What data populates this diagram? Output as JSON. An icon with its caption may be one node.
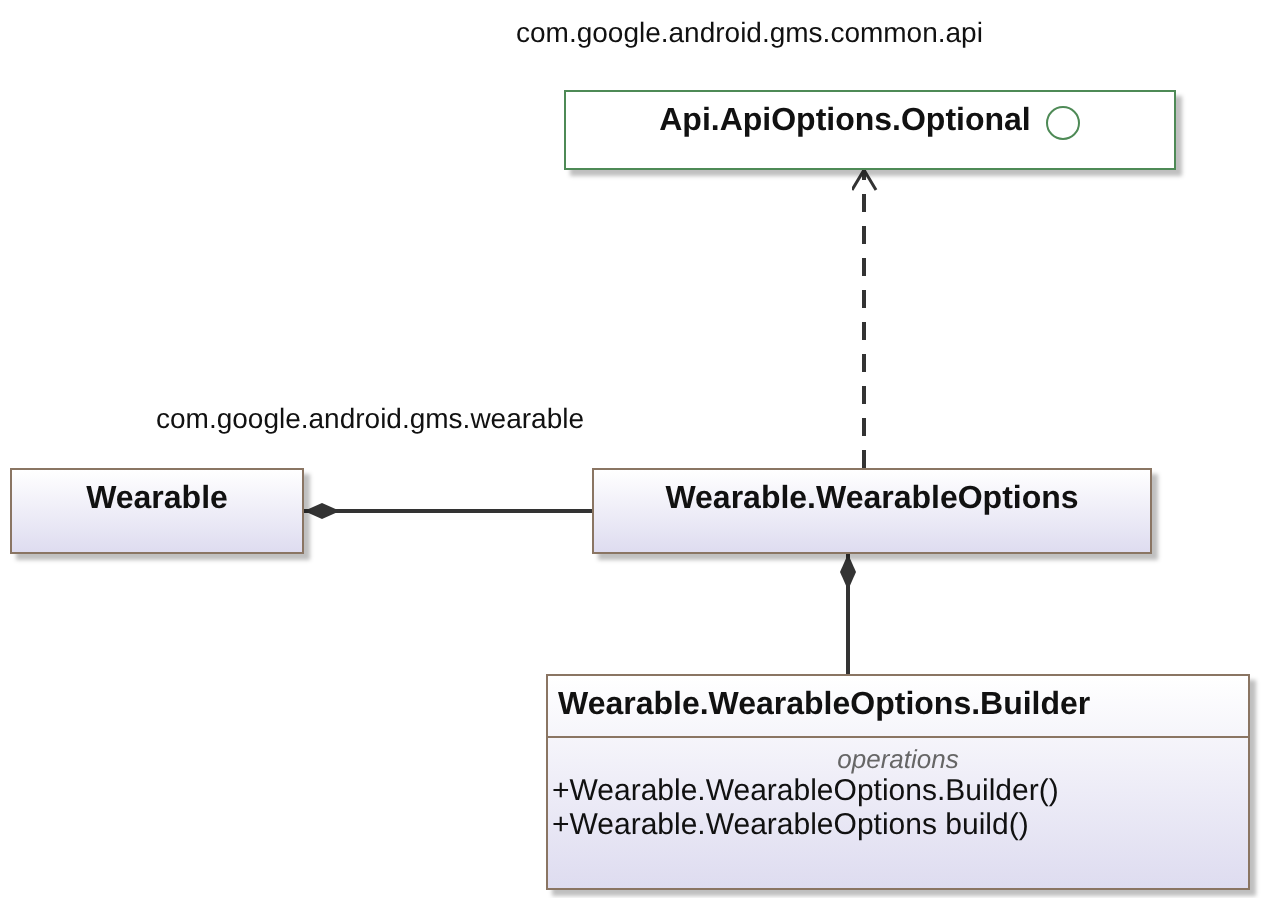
{
  "diagram": {
    "nodes": [
      {
        "text": [
          "Api.ApiOptions.Optional"
        ]
      },
      {
        "text": [
          "Wearable"
        ]
      },
      {
        "text": [
          "Wearable.WearableOptions"
        ]
      },
      {
        "text": [
          "Wearable.WearableOptions.Builder",
          "operations",
          "+Wearable.WearableOptions.Builder()",
          "+Wearable.WearableOptions build()"
        ]
      }
    ],
    "edges": [
      {
        "from": 1,
        "to": 2,
        "arrow": "other"
      },
      {
        "from": 2,
        "to": 0,
        "arrow": "to",
        "style": "dashed"
      },
      {
        "from": 2,
        "to": 3,
        "arrow": "other"
      }
    ],
    "labels": [
      "com.google.android.gms.common.api",
      "com.google.android.gms.wearable"
    ]
  }
}
